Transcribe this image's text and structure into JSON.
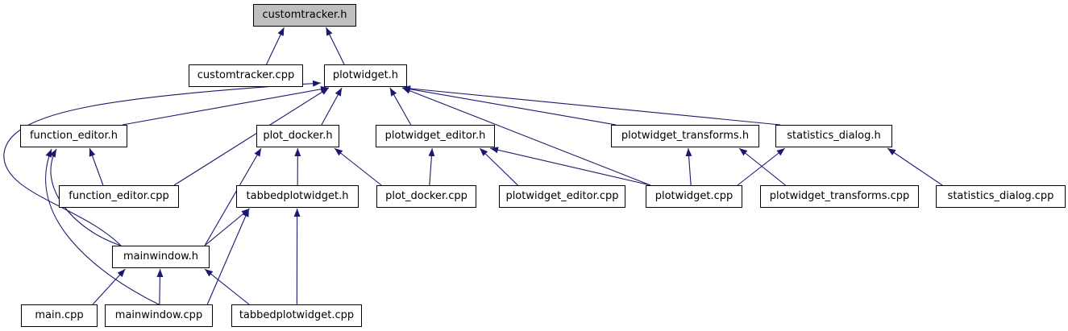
{
  "graph": {
    "colors": {
      "edge": "#191970",
      "node_border": "#000000",
      "node_fill": "#ffffff",
      "root_fill": "#bfbfbf"
    },
    "nodes": [
      {
        "id": "customtracker_h",
        "label": "customtracker.h",
        "root": true
      },
      {
        "id": "customtracker_cpp",
        "label": "customtracker.cpp"
      },
      {
        "id": "plotwidget_h",
        "label": "plotwidget.h"
      },
      {
        "id": "function_editor_h",
        "label": "function_editor.h"
      },
      {
        "id": "plot_docker_h",
        "label": "plot_docker.h"
      },
      {
        "id": "plotwidget_editor_h",
        "label": "plotwidget_editor.h"
      },
      {
        "id": "plotwidget_transforms_h",
        "label": "plotwidget_transforms.h"
      },
      {
        "id": "statistics_dialog_h",
        "label": "statistics_dialog.h"
      },
      {
        "id": "function_editor_cpp",
        "label": "function_editor.cpp"
      },
      {
        "id": "tabbedplotwidget_h",
        "label": "tabbedplotwidget.h"
      },
      {
        "id": "plot_docker_cpp",
        "label": "plot_docker.cpp"
      },
      {
        "id": "plotwidget_editor_cpp",
        "label": "plotwidget_editor.cpp"
      },
      {
        "id": "plotwidget_cpp",
        "label": "plotwidget.cpp"
      },
      {
        "id": "plotwidget_transforms_cpp",
        "label": "plotwidget_transforms.cpp"
      },
      {
        "id": "statistics_dialog_cpp",
        "label": "statistics_dialog.cpp"
      },
      {
        "id": "mainwindow_h",
        "label": "mainwindow.h"
      },
      {
        "id": "main_cpp",
        "label": "main.cpp"
      },
      {
        "id": "mainwindow_cpp",
        "label": "mainwindow.cpp"
      },
      {
        "id": "tabbedplotwidget_cpp",
        "label": "tabbedplotwidget.cpp"
      }
    ],
    "edges": [
      {
        "from": "customtracker_cpp",
        "to": "customtracker_h"
      },
      {
        "from": "plotwidget_h",
        "to": "customtracker_h"
      },
      {
        "from": "function_editor_h",
        "to": "plotwidget_h"
      },
      {
        "from": "mainwindow_h",
        "to": "plotwidget_h"
      },
      {
        "from": "function_editor_cpp",
        "to": "plotwidget_h"
      },
      {
        "from": "plot_docker_h",
        "to": "plotwidget_h"
      },
      {
        "from": "plotwidget_editor_h",
        "to": "plotwidget_h"
      },
      {
        "from": "plotwidget_cpp",
        "to": "plotwidget_h"
      },
      {
        "from": "plotwidget_transforms_h",
        "to": "plotwidget_h"
      },
      {
        "from": "statistics_dialog_h",
        "to": "plotwidget_h"
      },
      {
        "from": "function_editor_cpp",
        "to": "function_editor_h"
      },
      {
        "from": "mainwindow_h",
        "to": "function_editor_h"
      },
      {
        "from": "mainwindow_cpp",
        "to": "function_editor_h"
      },
      {
        "from": "tabbedplotwidget_h",
        "to": "plot_docker_h"
      },
      {
        "from": "mainwindow_h",
        "to": "plot_docker_h"
      },
      {
        "from": "plot_docker_cpp",
        "to": "plot_docker_h"
      },
      {
        "from": "plot_docker_cpp",
        "to": "plotwidget_editor_h"
      },
      {
        "from": "plotwidget_editor_cpp",
        "to": "plotwidget_editor_h"
      },
      {
        "from": "plotwidget_cpp",
        "to": "plotwidget_editor_h"
      },
      {
        "from": "plotwidget_cpp",
        "to": "plotwidget_transforms_h"
      },
      {
        "from": "plotwidget_transforms_cpp",
        "to": "plotwidget_transforms_h"
      },
      {
        "from": "plotwidget_cpp",
        "to": "statistics_dialog_h"
      },
      {
        "from": "statistics_dialog_cpp",
        "to": "statistics_dialog_h"
      },
      {
        "from": "mainwindow_h",
        "to": "tabbedplotwidget_h"
      },
      {
        "from": "mainwindow_cpp",
        "to": "tabbedplotwidget_h"
      },
      {
        "from": "tabbedplotwidget_cpp",
        "to": "tabbedplotwidget_h"
      },
      {
        "from": "main_cpp",
        "to": "mainwindow_h"
      },
      {
        "from": "mainwindow_cpp",
        "to": "mainwindow_h"
      },
      {
        "from": "tabbedplotwidget_cpp",
        "to": "mainwindow_h"
      }
    ]
  }
}
